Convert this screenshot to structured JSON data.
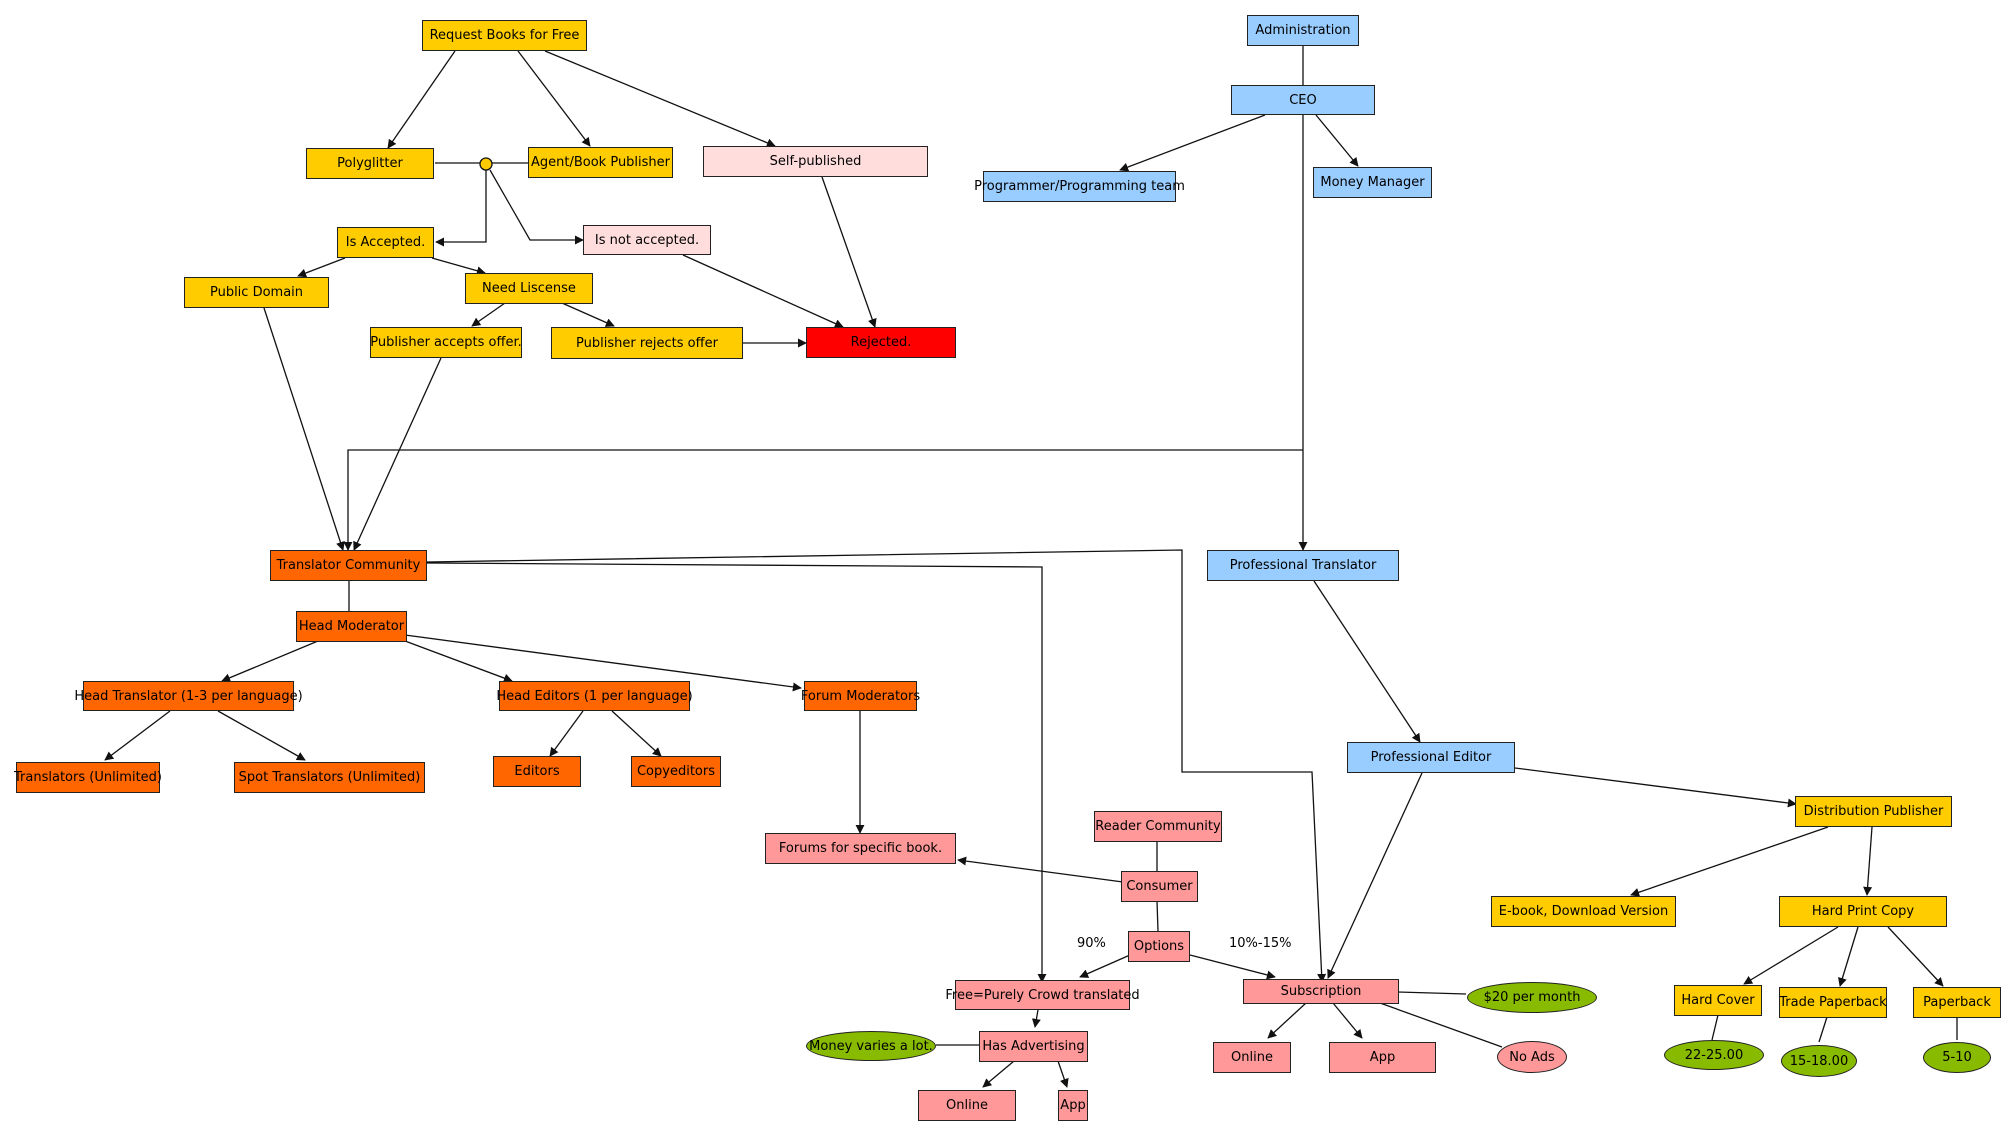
{
  "colors": {
    "yellow": "#ffcc00",
    "orange": "#ff6600",
    "blue": "#99ccff",
    "pink": "#ff9999",
    "light_pink": "#ffdddd",
    "red": "#ff0000",
    "green": "#88bb00"
  },
  "nodes": {
    "request_books": "Request Books for Free",
    "polyglitter": "Polyglitter",
    "agent_publisher": "Agent/Book Publisher",
    "self_published": "Self-published",
    "is_accepted": "Is Accepted.",
    "is_not_accepted": "Is not accepted.",
    "public_domain": "Public Domain",
    "need_license": "Need Liscense",
    "publisher_accepts": "Publisher accepts offer.",
    "publisher_rejects": "Publisher rejects offer",
    "rejected": "Rejected.",
    "administration": "Administration",
    "ceo": "CEO",
    "programmer": "Programmer/Programming team",
    "money_manager": "Money Manager",
    "translator_community": "Translator Community",
    "head_moderator": "Head Moderator",
    "head_translator": "Head Translator (1-3 per language)",
    "head_editors": "Head Editors (1 per language)",
    "forum_moderators": "Forum Moderators",
    "translators": "Translators (Unlimited)",
    "spot_translators": "Spot Translators (Unlimited)",
    "editors": "Editors",
    "copyeditors": "Copyeditors",
    "forums": "Forums for specific book.",
    "professional_translator": "Professional Translator",
    "professional_editor": "Professional Editor",
    "distribution_publisher": "Distribution Publisher",
    "ebook": "E-book, Download Version",
    "hard_print": "Hard Print Copy",
    "hard_cover": "Hard Cover",
    "trade_paperback": "Trade Paperback",
    "paperback": "Paperback",
    "price_hard_cover": "22-25.00",
    "price_trade": "15-18.00",
    "price_paperback": "5-10",
    "reader_community": "Reader Community",
    "consumer": "Consumer",
    "options": "Options",
    "free_crowd": "Free=Purely Crowd translated",
    "subscription": "Subscription",
    "has_advertising": "Has Advertising",
    "money_varies": "Money varies a lot.",
    "ad_online": "Online",
    "ad_app": "App",
    "sub_online": "Online",
    "sub_app": "App",
    "no_ads": "No Ads",
    "per_month": "$20 per month"
  },
  "labels": {
    "pct_free": "90%",
    "pct_sub": "10%-15%"
  }
}
